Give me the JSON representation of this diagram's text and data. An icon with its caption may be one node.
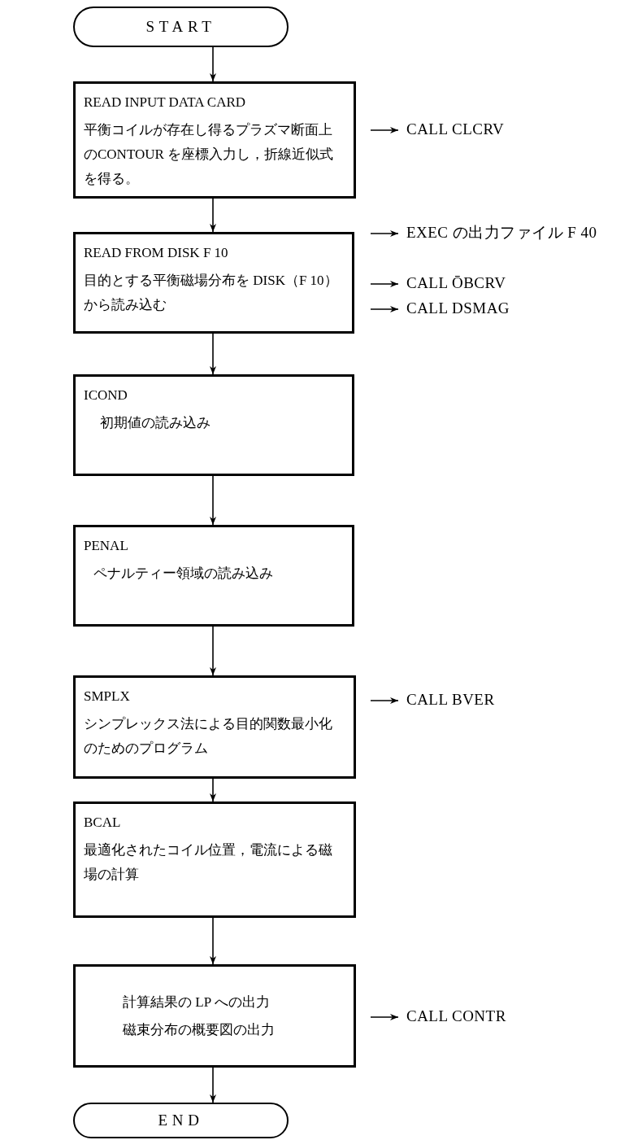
{
  "diagram": {
    "nodes": [
      {
        "text": [
          "START"
        ]
      },
      {
        "text": [
          "READ INPUT DATA CARD",
          "平衡コイルが存在し得るプラズマ断面上のCONTOUR を座標入力し，折線近似式を得る。"
        ]
      },
      {
        "text": [
          "READ FROM DISK F 10",
          "目的とする平衡磁場分布を DISK（F 10）から読み込む"
        ]
      },
      {
        "text": [
          "ICOND",
          "初期値の読み込み"
        ]
      },
      {
        "text": [
          "PENAL",
          "ペナルティー領域の読み込み"
        ]
      },
      {
        "text": [
          "SMPLX",
          "シンプレックス法による目的関数最小化のためのプログラム"
        ]
      },
      {
        "text": [
          "BCAL",
          "最適化されたコイル位置，電流による磁場の計算"
        ]
      },
      {
        "text": [
          "計算結果の LP への出力",
          "磁束分布の概要図の出力"
        ]
      },
      {
        "text": [
          "END"
        ]
      },
      {
        "text": [
          "CALL CLCRV"
        ]
      },
      {
        "text": [
          "EXEC の出力ファイル F 40"
        ]
      },
      {
        "text": [
          "CALL ŌBCRV"
        ]
      },
      {
        "text": [
          "CALL DSMAG"
        ]
      },
      {
        "text": [
          "CALL BVER"
        ]
      },
      {
        "text": [
          "CALL CONTR"
        ]
      }
    ],
    "edges": [
      {
        "from": 0,
        "to": 1,
        "arrow": "to"
      },
      {
        "from": 1,
        "to": 2,
        "arrow": "to"
      },
      {
        "from": 2,
        "to": 3,
        "arrow": "to"
      },
      {
        "from": 3,
        "to": 4,
        "arrow": "to"
      },
      {
        "from": 4,
        "to": 5,
        "arrow": "to"
      },
      {
        "from": 5,
        "to": 6,
        "arrow": "to"
      },
      {
        "from": 6,
        "to": 7,
        "arrow": "to"
      },
      {
        "from": 7,
        "to": 8,
        "arrow": "to"
      },
      {
        "from": null,
        "to": 9,
        "arrow": "to"
      },
      {
        "from": null,
        "to": 10,
        "arrow": "to"
      },
      {
        "from": null,
        "to": 11,
        "arrow": "to"
      },
      {
        "from": null,
        "to": 12,
        "arrow": "to"
      },
      {
        "from": null,
        "to": 13,
        "arrow": "to"
      },
      {
        "from": null,
        "to": 14,
        "arrow": "to"
      }
    ]
  }
}
